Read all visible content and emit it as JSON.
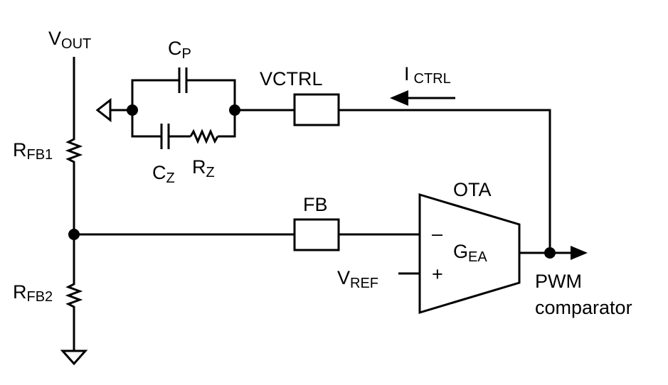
{
  "labels": {
    "vout_main": "V",
    "vout_sub": "OUT",
    "cp_main": "C",
    "cp_sub": "P",
    "vctrl": "VCTRL",
    "ictrl_main": "I",
    "ictrl_sub": "CTRL",
    "cz_main": "C",
    "cz_sub": "Z",
    "rz_main": "R",
    "rz_sub": "Z",
    "rfb1_main": "R",
    "rfb1_sub": "FB1",
    "rfb2_main": "R",
    "rfb2_sub": "FB2",
    "ota": "OTA",
    "fb": "FB",
    "minus": "–",
    "plus": "+",
    "gea_main": "G",
    "gea_sub": "EA",
    "vref_main": "V",
    "vref_sub": "REF",
    "pwm_line1": "PWM",
    "pwm_line2": "comparator"
  }
}
